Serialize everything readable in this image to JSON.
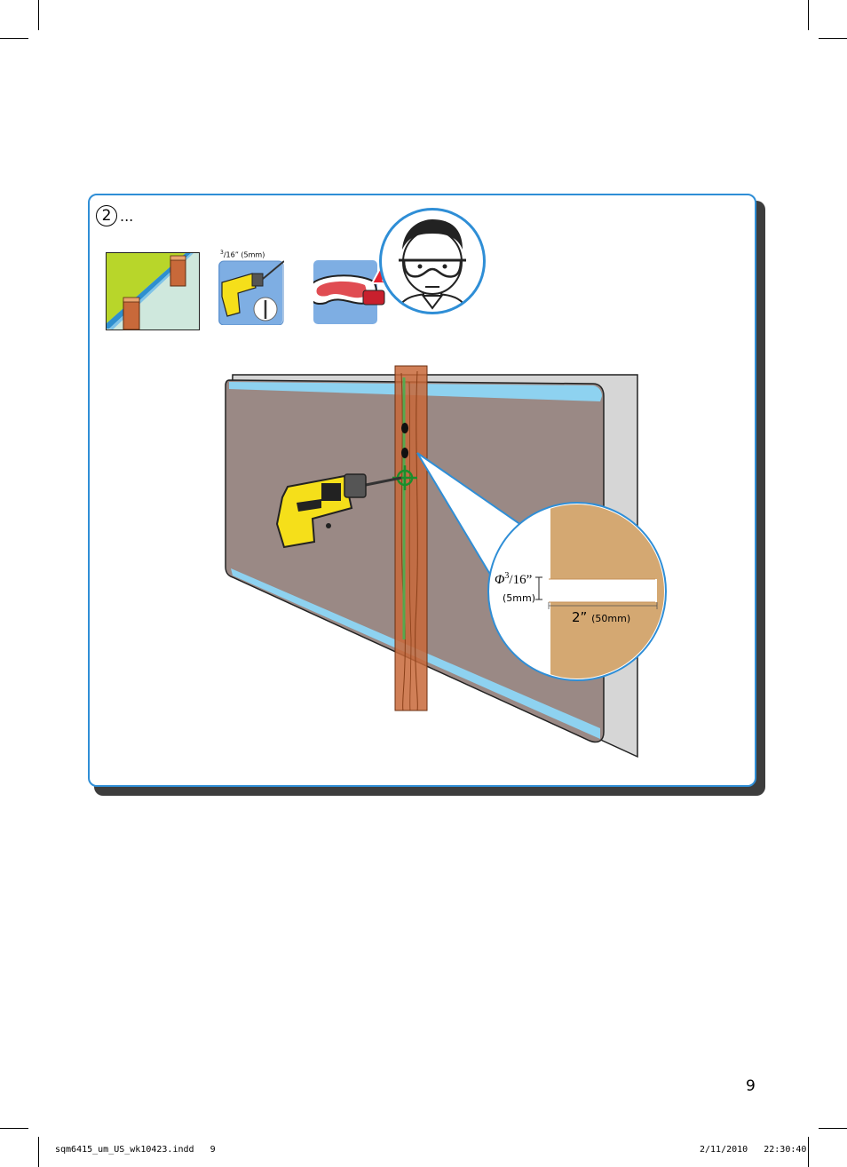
{
  "step": {
    "number": "2",
    "suffix": "..."
  },
  "tools": {
    "drill_bit_fraction_num": "3",
    "drill_bit_fraction_den": "16",
    "drill_bit_unit": "”",
    "drill_bit_mm": "(5mm)"
  },
  "detail": {
    "diameter_symbol": "Φ",
    "diameter_num": "3",
    "diameter_den": "16",
    "diameter_unit": "”",
    "diameter_mm": "(5mm)",
    "depth": "2”",
    "depth_mm": "(50mm)"
  },
  "colors": {
    "panel_border": "#2f8ed6",
    "wall": "#9a8985",
    "stud": "#c8693a",
    "drill": "#f5df1a",
    "laser": "#4caf50",
    "wood_detail": "#d4a872",
    "warning": "#e5202e"
  },
  "page_number": "9",
  "footer": {
    "file": "sqm6415_um_US_wk10423.indd   9",
    "date": "2/11/2010   22:30:40"
  }
}
